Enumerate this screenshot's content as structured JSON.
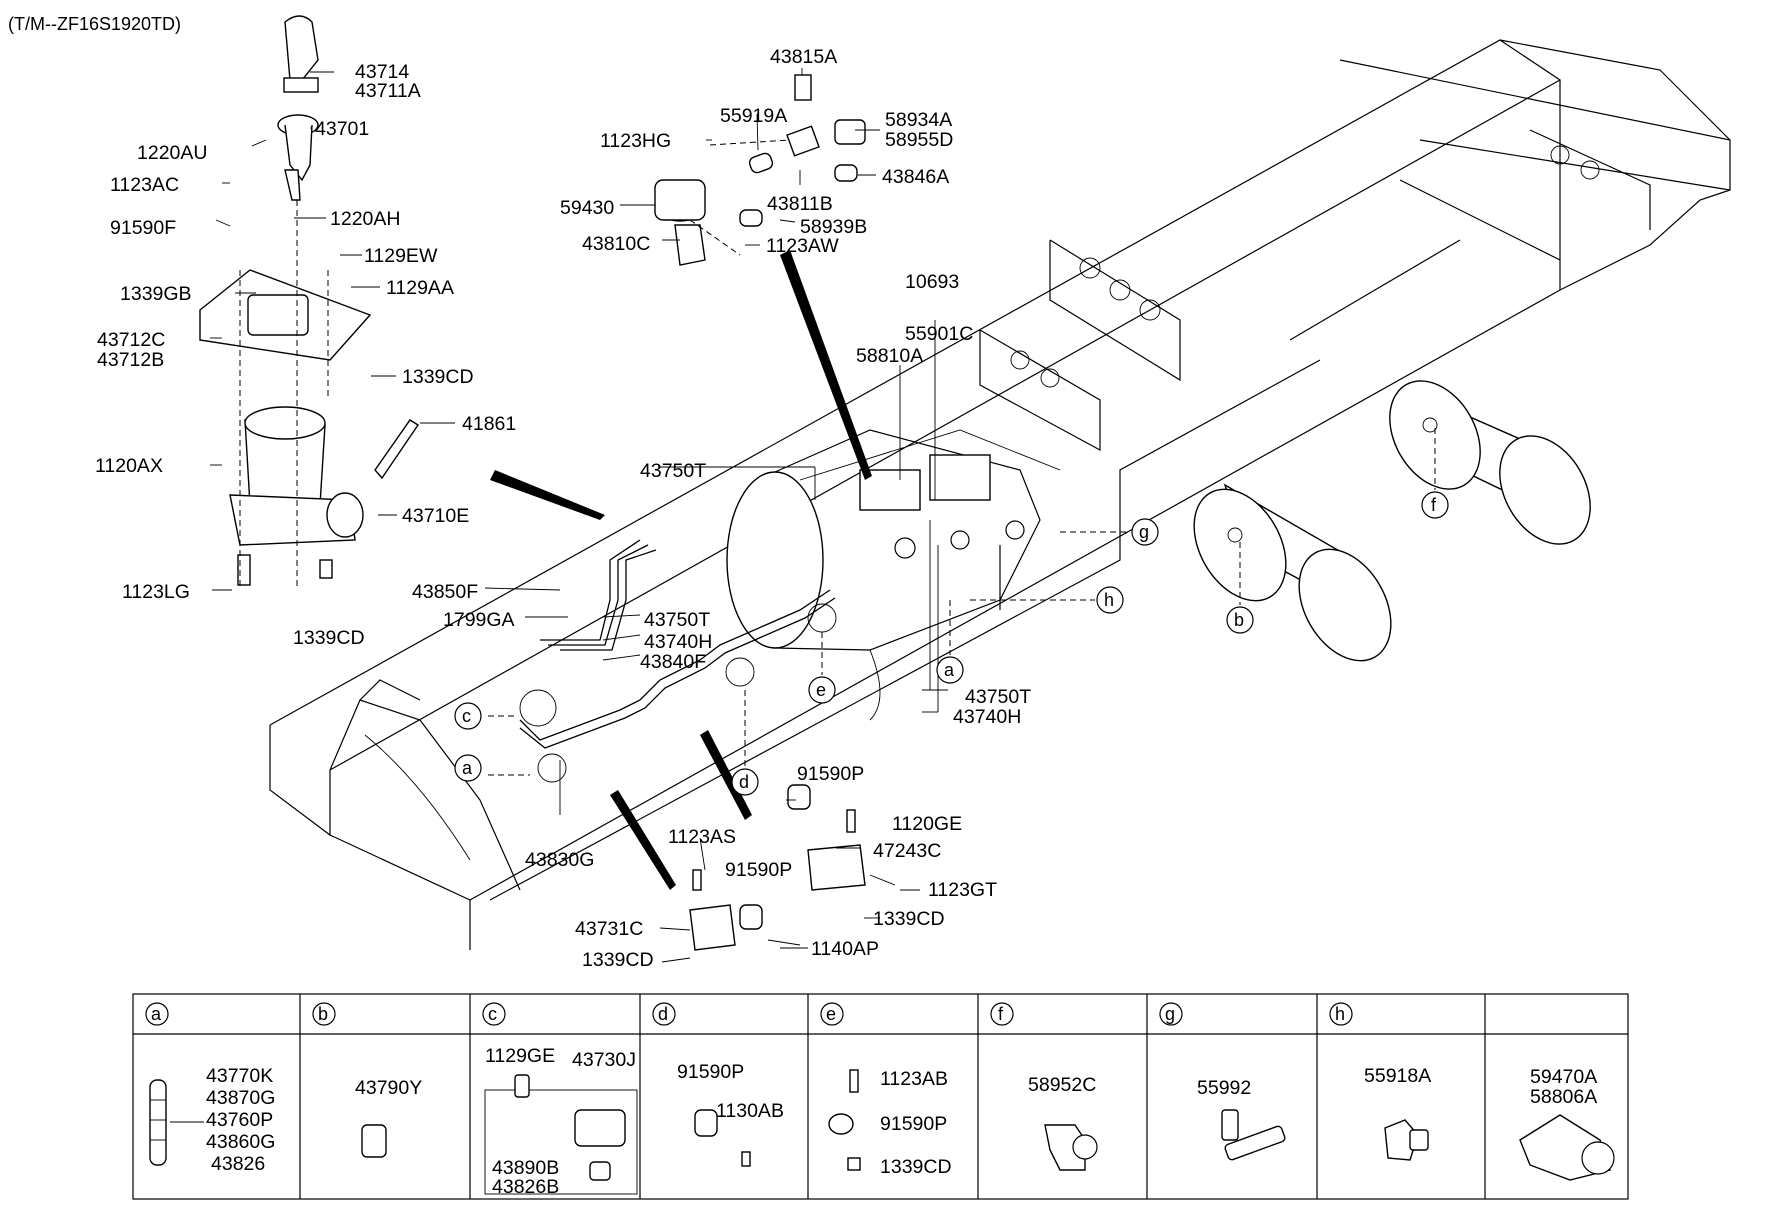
{
  "title": "(T/M--ZF16S1920TD)",
  "callouts": {
    "c43714": "43714",
    "c43711A": "43711A",
    "c43701": "43701",
    "c1220AU": "1220AU",
    "c1123AC": "1123AC",
    "c91590F": "91590F",
    "c1220AH": "1220AH",
    "c1129EW": "1129EW",
    "c1339GB": "1339GB",
    "c1129AA": "1129AA",
    "c43712C": "43712C",
    "c43712B": "43712B",
    "c1339CD_1": "1339CD",
    "c41861": "41861",
    "c1120AX": "1120AX",
    "c43710E": "43710E",
    "c1123LG": "1123LG",
    "c1339CD_2": "1339CD",
    "c43815A": "43815A",
    "c55919A": "55919A",
    "c58934A": "58934A",
    "c58955D": "58955D",
    "c1123HG": "1123HG",
    "c43846A": "43846A",
    "c59430": "59430",
    "c43811B": "43811B",
    "c58939B": "58939B",
    "c43810C": "43810C",
    "c1123AW": "1123AW",
    "c10693": "10693",
    "c55901C": "55901C",
    "c58810A": "58810A",
    "c43750T_1": "43750T",
    "c43850F": "43850F",
    "c1799GA": "1799GA",
    "c43750T_2": "43750T",
    "c43740H_1": "43740H",
    "c43840F": "43840F",
    "c43750T_3": "43750T",
    "c43740H_2": "43740H",
    "c91590P_1": "91590P",
    "c1123AS": "1123AS",
    "c1120GE": "1120GE",
    "c47243C": "47243C",
    "c43830G": "43830G",
    "c91590P_2": "91590P",
    "c1123GT": "1123GT",
    "c1339CD_3": "1339CD",
    "c43731C": "43731C",
    "c1140AP": "1140AP",
    "c1339CD_4": "1339CD"
  },
  "ref_markers": {
    "a1": "a",
    "a2": "a",
    "b": "b",
    "c": "c",
    "d": "d",
    "e": "e",
    "f": "f",
    "g": "g",
    "h": "h"
  },
  "legend_table": {
    "headers": [
      "a",
      "b",
      "c",
      "d",
      "e",
      "f",
      "g",
      "h",
      ""
    ],
    "a": [
      "43770K",
      "43870G",
      "43760P",
      "43860G",
      "43826"
    ],
    "b": [
      "43790Y"
    ],
    "c": [
      "1129GE",
      "43730J",
      "43890B",
      "43826B"
    ],
    "d": [
      "91590P",
      "1130AB"
    ],
    "e": [
      "1123AB",
      "91590P",
      "1339CD"
    ],
    "f": [
      "58952C"
    ],
    "g": [
      "55992"
    ],
    "h": [
      "55918A"
    ],
    "i": [
      "59470A",
      "58806A"
    ]
  }
}
